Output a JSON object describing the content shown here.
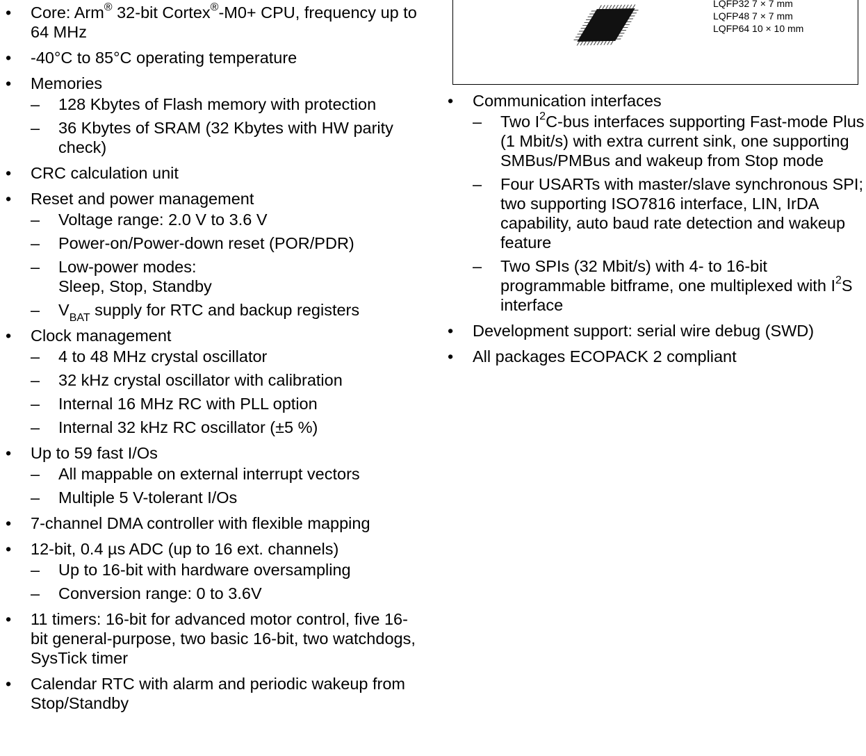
{
  "left": {
    "items": [
      {
        "pre": "Core: Arm",
        "sup1": "®",
        "mid": " 32-bit Cortex",
        "sup2": "®",
        "post": "-M0+ CPU, frequency up to 64 MHz"
      },
      {
        "text": "-40°C to 85°C operating temperature"
      },
      {
        "text": "Memories",
        "sub": [
          "128 Kbytes of Flash memory with protection",
          "36 Kbytes of SRAM (32 Kbytes with HW parity check)"
        ]
      },
      {
        "text": "CRC calculation unit"
      },
      {
        "text": "Reset and power management",
        "sub": [
          "Voltage range: 2.0 V to 3.6 V",
          "Power-on/Power-down reset (POR/PDR)",
          "Low-power modes:",
          "Sleep, Stop, Standby"
        ],
        "vbat": {
          "v": "V",
          "sub": "BAT",
          "rest": " supply for RTC and backup registers"
        }
      },
      {
        "text": "Clock management",
        "sub": [
          "4 to 48 MHz crystal oscillator",
          "32 kHz crystal oscillator with calibration",
          "Internal 16 MHz RC with PLL option",
          "Internal 32 kHz RC oscillator (±5 %)"
        ]
      },
      {
        "text": "Up to 59 fast I/Os",
        "sub": [
          "All mappable on external interrupt vectors",
          "Multiple 5 V-tolerant I/Os"
        ]
      },
      {
        "text": "7-channel DMA controller with flexible mapping"
      },
      {
        "text": "12-bit, 0.4 µs ADC (up to 16 ext. channels)",
        "sub": [
          "Up to 16-bit with hardware oversampling",
          "Conversion range: 0 to 3.6V"
        ]
      },
      {
        "text": "11 timers: 16-bit for advanced motor control, five 16-bit general-purpose, two basic 16-bit, two watchdogs, SysTick timer"
      },
      {
        "text": "Calendar RTC with alarm and periodic wakeup from Stop/Standby"
      }
    ]
  },
  "packages": [
    "LQFP32 7 × 7 mm",
    "LQFP48 7 × 7 mm",
    "LQFP64 10 × 10 mm"
  ],
  "right": {
    "comm_title": "Communication interfaces",
    "i2c": {
      "a": "Two I",
      "sup": "2",
      "b": "C-bus interfaces supporting Fast-mode Plus (1 Mbit/s) with extra current sink, one supporting SMBus/PMBus and wakeup from Stop mode"
    },
    "usart": "Four USARTs with master/slave synchronous SPI; two supporting ISO7816 interface, LIN, IrDA capability, auto baud rate detection and wakeup feature",
    "spi": {
      "a": "Two SPIs (32 Mbit/s) with 4- to 16-bit programmable bitframe, one multiplexed with I",
      "sup": "2",
      "b": "S interface"
    },
    "dev": "Development support: serial wire debug (SWD)",
    "eco": "All packages ECOPACK 2 compliant"
  }
}
